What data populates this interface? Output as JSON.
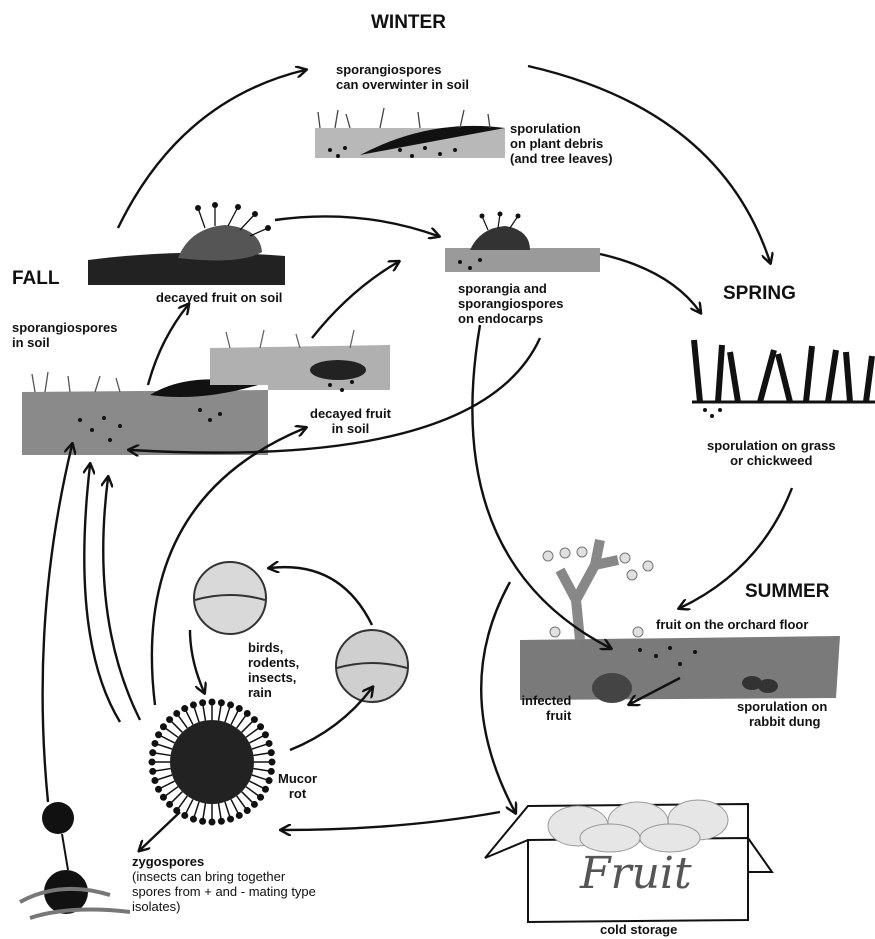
{
  "seasons": {
    "winter": "WINTER",
    "spring": "SPRING",
    "summer": "SUMMER",
    "fall": "FALL"
  },
  "labels": {
    "overwinter_1": "sporangiospores",
    "overwinter_2": "can overwinter in soil",
    "debris_1": "sporulation",
    "debris_2": "on plant debris",
    "debris_3": "(and tree leaves)",
    "endocarps_1": "sporangia and",
    "endocarps_2": "sporangiospores",
    "endocarps_3": "on endocarps",
    "decayed_soil_fruit": "decayed fruit on soil",
    "spores_in_soil_1": "sporangiospores",
    "spores_in_soil_2": "in soil",
    "decayed_in_soil_1": "decayed fruit",
    "decayed_in_soil_2": "in soil",
    "grass_1": "sporulation on grass",
    "grass_2": "or chickweed",
    "orchard_floor": "fruit on the orchard floor",
    "infected_1": "infected",
    "infected_2": "fruit",
    "dung_1": "sporulation on",
    "dung_2": "rabbit dung",
    "vectors_1": "birds,",
    "vectors_2": "rodents,",
    "vectors_3": "insects,",
    "vectors_4": "rain",
    "mucor_1": "Mucor",
    "mucor_2": "rot",
    "zygo_title": "zygospores",
    "zygo_1": "(insects can bring together",
    "zygo_2": "spores from + and - mating type",
    "zygo_3": "isolates)",
    "cold_storage": "cold storage",
    "box_text": "Fruit"
  },
  "colors": {
    "ink": "#111111",
    "soil": "#8a8a8a",
    "soil_dark": "#6e6e6e",
    "fruit_light": "#d9d9d9",
    "background": "#ffffff"
  }
}
